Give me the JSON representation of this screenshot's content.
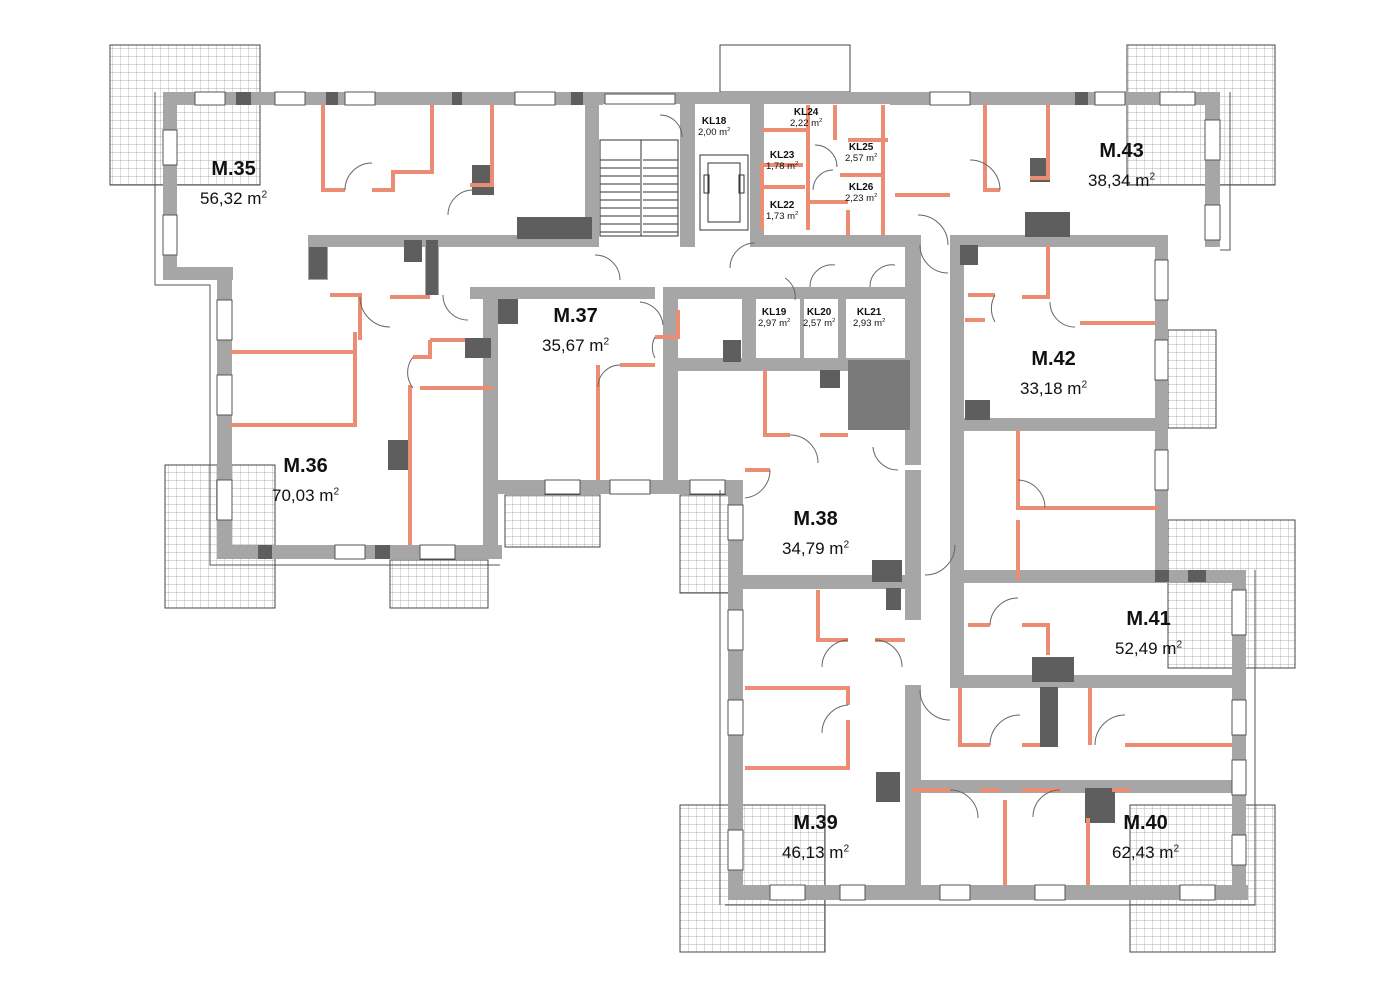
{
  "area_unit": "m",
  "area_exp": "2",
  "apartments": [
    {
      "id": "M.35",
      "area": "56,32"
    },
    {
      "id": "M.36",
      "area": "70,03"
    },
    {
      "id": "M.37",
      "area": "35,67"
    },
    {
      "id": "M.38",
      "area": "34,79"
    },
    {
      "id": "M.39",
      "area": "46,13"
    },
    {
      "id": "M.40",
      "area": "62,43"
    },
    {
      "id": "M.41",
      "area": "52,49"
    },
    {
      "id": "M.42",
      "area": "33,18"
    },
    {
      "id": "M.43",
      "area": "38,34"
    }
  ],
  "storage": [
    {
      "id": "KL18",
      "area": "2,00"
    },
    {
      "id": "KL24",
      "area": "2,22"
    },
    {
      "id": "KL23",
      "area": "1,78"
    },
    {
      "id": "KL25",
      "area": "2,57"
    },
    {
      "id": "KL26",
      "area": "2,23"
    },
    {
      "id": "KL22",
      "area": "1,73"
    },
    {
      "id": "KL19",
      "area": "2,97"
    },
    {
      "id": "KL20",
      "area": "2,57"
    },
    {
      "id": "KL21",
      "area": "2,93"
    }
  ],
  "colors": {
    "wall": "#a6a6a6",
    "partition": "#ec8d73",
    "column": "#5e5e5e",
    "balcony_grid": "#9a9a9a",
    "outline": "#444444"
  }
}
